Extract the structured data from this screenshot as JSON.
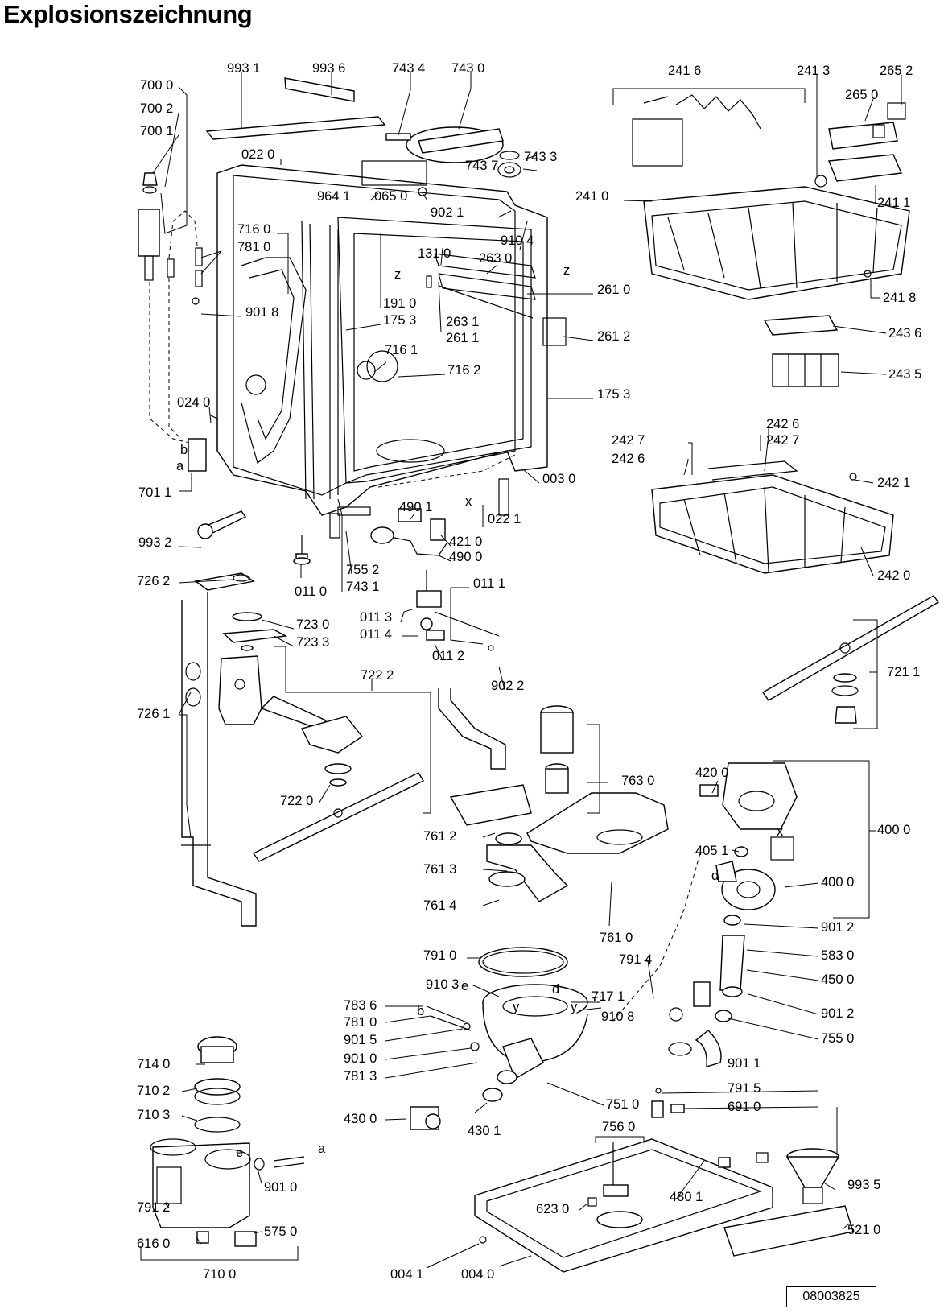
{
  "title": "Explosionszeichnung",
  "document_number": "08003825",
  "parts": [
    {
      "id": "p9931",
      "label": "993 1"
    },
    {
      "id": "p9936",
      "label": "993 6"
    },
    {
      "id": "p7434",
      "label": "743 4"
    },
    {
      "id": "p7430",
      "label": "743 0"
    },
    {
      "id": "p7000",
      "label": "700 0"
    },
    {
      "id": "p7002",
      "label": "700 2"
    },
    {
      "id": "p7001",
      "label": "700 1"
    },
    {
      "id": "p0220",
      "label": "022 0"
    },
    {
      "id": "p7437",
      "label": "743 7"
    },
    {
      "id": "p7433",
      "label": "743 3"
    },
    {
      "id": "p9641",
      "label": "964 1"
    },
    {
      "id": "p0650",
      "label": "065 0"
    },
    {
      "id": "p9021",
      "label": "902 1"
    },
    {
      "id": "p9104",
      "label": "910 4"
    },
    {
      "id": "p7160",
      "label": "716 0"
    },
    {
      "id": "p7810a",
      "label": "781 0"
    },
    {
      "id": "p1310",
      "label": "131 0"
    },
    {
      "id": "p2630",
      "label": "263 0"
    },
    {
      "id": "p2610",
      "label": "261 0"
    },
    {
      "id": "p9018",
      "label": "901 8"
    },
    {
      "id": "p1910",
      "label": "191 0"
    },
    {
      "id": "p1753a",
      "label": "175 3"
    },
    {
      "id": "p2631",
      "label": "263 1"
    },
    {
      "id": "p2611",
      "label": "261 1"
    },
    {
      "id": "p2612",
      "label": "261 2"
    },
    {
      "id": "p7161",
      "label": "716 1"
    },
    {
      "id": "p7162",
      "label": "716 2"
    },
    {
      "id": "p1753b",
      "label": "175 3"
    },
    {
      "id": "p0240",
      "label": "024 0"
    },
    {
      "id": "p0030",
      "label": "003 0"
    },
    {
      "id": "p7011",
      "label": "701 1"
    },
    {
      "id": "p4901",
      "label": "490 1"
    },
    {
      "id": "p0221",
      "label": "022 1"
    },
    {
      "id": "p4210",
      "label": "421 0"
    },
    {
      "id": "p4900",
      "label": "490 0"
    },
    {
      "id": "p9932",
      "label": "993 2"
    },
    {
      "id": "p7552",
      "label": "755 2"
    },
    {
      "id": "p0110",
      "label": "011 0"
    },
    {
      "id": "p7431",
      "label": "743 1"
    },
    {
      "id": "p0111",
      "label": "011 1"
    },
    {
      "id": "p0113",
      "label": "011 3"
    },
    {
      "id": "p0114",
      "label": "011 4"
    },
    {
      "id": "p0112",
      "label": "011 2"
    },
    {
      "id": "p9022",
      "label": "902 2"
    },
    {
      "id": "p7262",
      "label": "726 2"
    },
    {
      "id": "p7230",
      "label": "723 0"
    },
    {
      "id": "p7233",
      "label": "723 3"
    },
    {
      "id": "p7222",
      "label": "722 2"
    },
    {
      "id": "p7261",
      "label": "726 1"
    },
    {
      "id": "p7220",
      "label": "722 0"
    },
    {
      "id": "p2416",
      "label": "241 6"
    },
    {
      "id": "p2413",
      "label": "241 3"
    },
    {
      "id": "p2652",
      "label": "265 2"
    },
    {
      "id": "p2650",
      "label": "265 0"
    },
    {
      "id": "p2410",
      "label": "241 0"
    },
    {
      "id": "p2411",
      "label": "241 1"
    },
    {
      "id": "p2418",
      "label": "241 8"
    },
    {
      "id": "p2436",
      "label": "243 6"
    },
    {
      "id": "p2435",
      "label": "243 5"
    },
    {
      "id": "p2426a",
      "label": "242 6"
    },
    {
      "id": "p2427a",
      "label": "242 7"
    },
    {
      "id": "p2427b",
      "label": "242 7"
    },
    {
      "id": "p2426b",
      "label": "242 6"
    },
    {
      "id": "p2421",
      "label": "242 1"
    },
    {
      "id": "p2420",
      "label": "242 0"
    },
    {
      "id": "p7211",
      "label": "721 1"
    },
    {
      "id": "p7630",
      "label": "763 0"
    },
    {
      "id": "p4200",
      "label": "420 0"
    },
    {
      "id": "p4000a",
      "label": "400 0"
    },
    {
      "id": "p4051",
      "label": "405 1"
    },
    {
      "id": "p4000b",
      "label": "400 0"
    },
    {
      "id": "p7612",
      "label": "761 2"
    },
    {
      "id": "p7613",
      "label": "761 3"
    },
    {
      "id": "p7614",
      "label": "761 4"
    },
    {
      "id": "p7610",
      "label": "761 0"
    },
    {
      "id": "p9012a",
      "label": "901 2"
    },
    {
      "id": "p5830",
      "label": "583 0"
    },
    {
      "id": "p4500",
      "label": "450 0"
    },
    {
      "id": "p7910",
      "label": "791 0"
    },
    {
      "id": "p7914",
      "label": "791 4"
    },
    {
      "id": "p9103",
      "label": "910 3"
    },
    {
      "id": "p7171",
      "label": "717 1"
    },
    {
      "id": "p9108",
      "label": "910 8"
    },
    {
      "id": "p9012b",
      "label": "901 2"
    },
    {
      "id": "p7836",
      "label": "783 6"
    },
    {
      "id": "p7810b",
      "label": "781 0"
    },
    {
      "id": "p9015",
      "label": "901 5"
    },
    {
      "id": "p9010a",
      "label": "901 0"
    },
    {
      "id": "p7813",
      "label": "781 3"
    },
    {
      "id": "p7550",
      "label": "755 0"
    },
    {
      "id": "p9011",
      "label": "901 1"
    },
    {
      "id": "p7915",
      "label": "791 5"
    },
    {
      "id": "p7510",
      "label": "751 0"
    },
    {
      "id": "p6910",
      "label": "691 0"
    },
    {
      "id": "p4300",
      "label": "430 0"
    },
    {
      "id": "p4301",
      "label": "430 1"
    },
    {
      "id": "p7140",
      "label": "714 0"
    },
    {
      "id": "p7102",
      "label": "710 2"
    },
    {
      "id": "p7103",
      "label": "710 3"
    },
    {
      "id": "p9010b",
      "label": "901 0"
    },
    {
      "id": "p7912",
      "label": "791 2"
    },
    {
      "id": "p5750",
      "label": "575 0"
    },
    {
      "id": "p6160",
      "label": "616 0"
    },
    {
      "id": "p7100",
      "label": "710 0"
    },
    {
      "id": "p7560",
      "label": "756 0"
    },
    {
      "id": "p4801",
      "label": "480 1"
    },
    {
      "id": "p9935",
      "label": "993 5"
    },
    {
      "id": "p6230",
      "label": "623 0"
    },
    {
      "id": "p5210",
      "label": "521 0"
    },
    {
      "id": "p0041",
      "label": "004 1"
    },
    {
      "id": "p0040",
      "label": "004 0"
    }
  ],
  "letters": [
    {
      "id": "lz1",
      "text": "z"
    },
    {
      "id": "lz2",
      "text": "z"
    },
    {
      "id": "lx1",
      "text": "x"
    },
    {
      "id": "lb1",
      "text": "b"
    },
    {
      "id": "la1",
      "text": "a"
    },
    {
      "id": "lx2",
      "text": "x"
    },
    {
      "id": "ld1",
      "text": "d"
    },
    {
      "id": "ld2",
      "text": "d"
    },
    {
      "id": "le1",
      "text": "e"
    },
    {
      "id": "lb2",
      "text": "b"
    },
    {
      "id": "le2",
      "text": "e"
    },
    {
      "id": "la2",
      "text": "a"
    },
    {
      "id": "ly1",
      "text": "y"
    },
    {
      "id": "ly2",
      "text": "y"
    }
  ]
}
